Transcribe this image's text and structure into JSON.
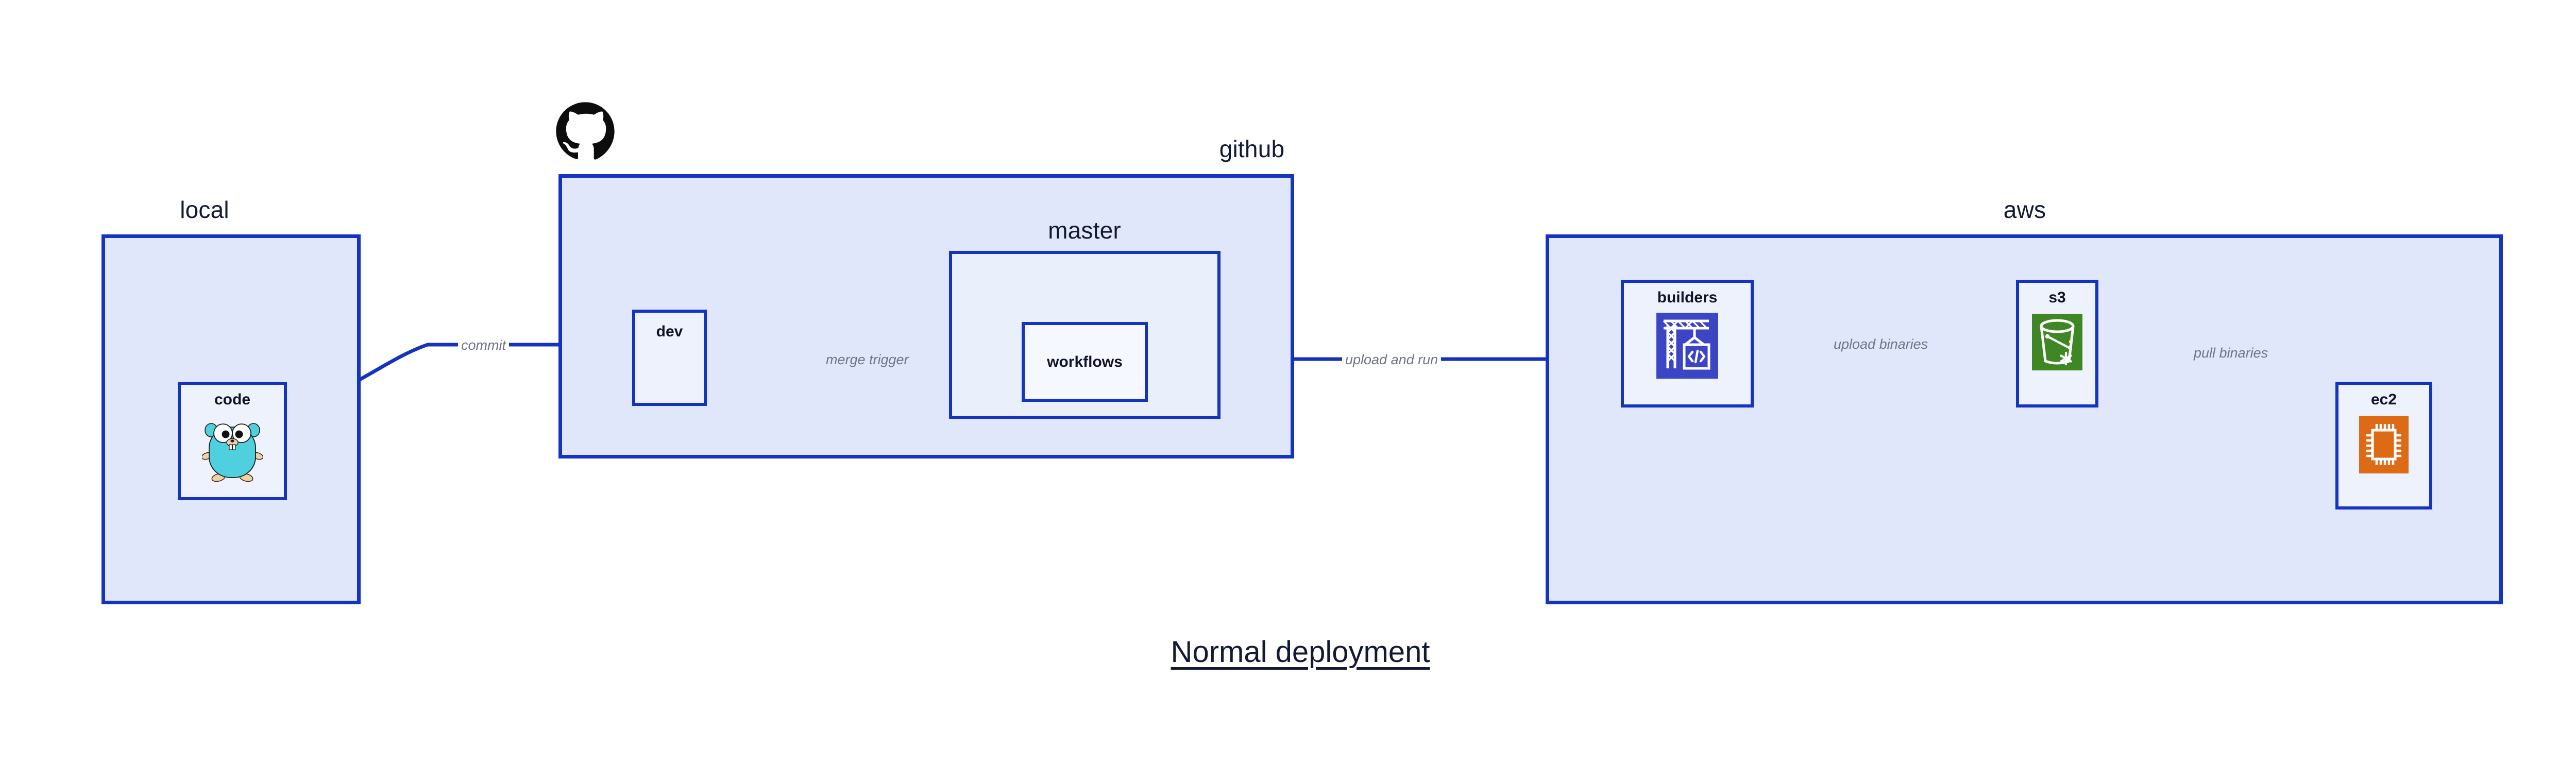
{
  "diagram": {
    "caption": "Normal deployment",
    "accent_border": "#1434c0",
    "group_fill": "#e1e7fa",
    "subgroup_fill": "#eaeffc",
    "node_fill": "#eef2fd",
    "label_color": "#111a33",
    "edge_label_color": "#6f7486"
  },
  "groups": {
    "local": {
      "label": "local"
    },
    "github": {
      "label": "github"
    },
    "master": {
      "label": "master"
    },
    "aws": {
      "label": "aws"
    }
  },
  "nodes": {
    "code": {
      "title": "code",
      "icon": "go-gopher-icon"
    },
    "dev": {
      "title": "dev",
      "icon": "none"
    },
    "workflows": {
      "title": "workflows",
      "icon": "none"
    },
    "builders": {
      "title": "builders",
      "icon": "aws-codebuild-icon",
      "icon_color": "#3c45c4"
    },
    "s3": {
      "title": "s3",
      "icon": "aws-s3-bucket-icon",
      "icon_color": "#3f8624"
    },
    "ec2": {
      "title": "ec2",
      "icon": "aws-ec2-chip-icon",
      "icon_color": "#dd6a14"
    }
  },
  "edges": [
    {
      "id": "commit",
      "label": "commit",
      "from": "code",
      "to": "dev"
    },
    {
      "id": "merge-trigger",
      "label": "merge trigger",
      "from": "dev",
      "to": "workflows"
    },
    {
      "id": "upload-and-run",
      "label": "upload and run",
      "from": "workflows",
      "to": "builders"
    },
    {
      "id": "upload-binaries",
      "label": "upload binaries",
      "from": "builders",
      "to": "s3"
    },
    {
      "id": "pull-binaries",
      "label": "pull binaries",
      "from": "s3",
      "to": "ec2"
    }
  ],
  "logos": {
    "github_mark": "github-octocat-icon"
  }
}
